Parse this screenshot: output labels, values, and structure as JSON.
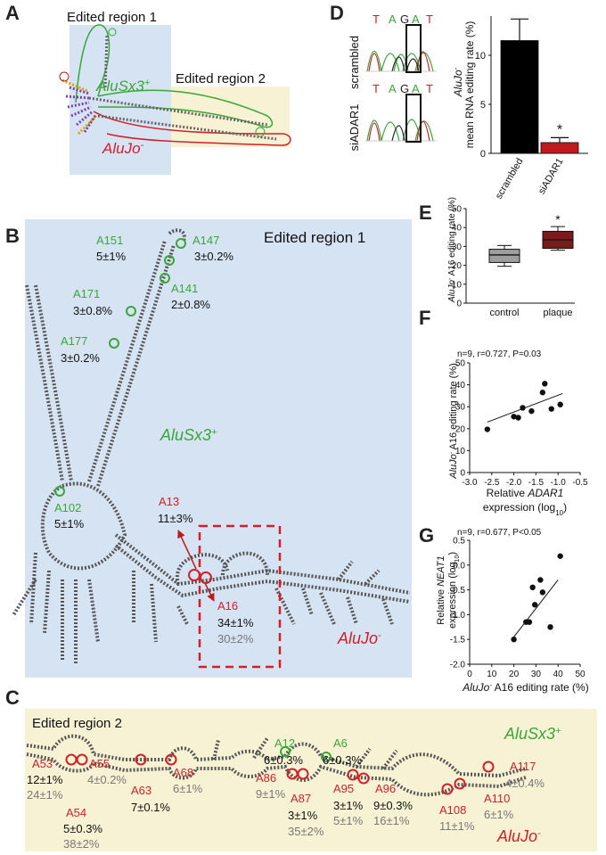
{
  "figure": {
    "panels": {
      "A": "A",
      "B": "B",
      "C": "C",
      "D": "D",
      "E": "E",
      "F": "F",
      "G": "G"
    }
  },
  "panel_a": {
    "region1": "Edited region 1",
    "region2": "Edited region 2",
    "alusx3": "AluSx3",
    "alusx3_sup": "+",
    "alujo": "AluJo",
    "alujo_sup": "-"
  },
  "panel_b": {
    "title": "Edited region 1",
    "alusx3": "AluSx3",
    "alusx3_sup": "+",
    "alujo": "AluJo",
    "alujo_sup": "-",
    "sites_green": [
      {
        "name": "A151",
        "value": "5±1%"
      },
      {
        "name": "A147",
        "value": "3±0.2%"
      },
      {
        "name": "A141",
        "value": "2±0.8%"
      },
      {
        "name": "A171",
        "value": "3±0.8%"
      },
      {
        "name": "A177",
        "value": "3±0.2%"
      },
      {
        "name": "A102",
        "value": "5±1%"
      }
    ],
    "sites_red": [
      {
        "name": "A13",
        "value": "11±3%"
      },
      {
        "name": "A16",
        "value": "34±1%",
        "value2": "30±2%"
      }
    ]
  },
  "panel_c": {
    "title": "Edited region 2",
    "alusx3": "AluSx3",
    "alusx3_sup": "+",
    "alujo": "AluJo",
    "alujo_sup": "-",
    "sites_green": [
      {
        "name": "A12",
        "value": "6±0.3%"
      },
      {
        "name": "A6",
        "value": "6±0.3%"
      }
    ],
    "sites_red": [
      {
        "name": "A53",
        "value": "12±1%",
        "value2": "24±1%"
      },
      {
        "name": "A55",
        "value2": "4±0.2%"
      },
      {
        "name": "A54",
        "value": "5±0.3%",
        "value2": "38±2%"
      },
      {
        "name": "A63",
        "value": "7±0.1%"
      },
      {
        "name": "A68",
        "value2": "6±1%"
      },
      {
        "name": "A86",
        "value2": "9±1%"
      },
      {
        "name": "A87",
        "value": "3±1%",
        "value2": "35±2%"
      },
      {
        "name": "A95",
        "value": "3±1%",
        "value2": "5±1%"
      },
      {
        "name": "A96",
        "value": "9±0.3%",
        "value2": "16±1%"
      },
      {
        "name": "A108",
        "value2": "11±1%"
      },
      {
        "name": "A110",
        "value2": "6±1%"
      },
      {
        "name": "A117",
        "value2": "4±0.4%"
      }
    ]
  },
  "panel_d": {
    "row1": "scrambled",
    "row2": "siADAR1",
    "letters": [
      "T",
      "A",
      "G",
      "A",
      "T"
    ],
    "ylabel_italic": "AluJo",
    "ylabel_sup": "-",
    "ylabel_rest": "mean RNA editing rate (%)",
    "significance": "*"
  },
  "panel_e": {
    "ylabel_italic": "AluJo",
    "ylabel_sup": "-",
    "ylabel_rest": " A16 editing rate (%)",
    "significance": "*"
  },
  "panel_f": {
    "stats": "n=9, r=0.727, P=0.03",
    "ylabel_italic": "AluJo",
    "ylabel_sup": "-",
    "ylabel_rest": " A16 editing rate (%)",
    "xlabel_l1_pre": "Relative ",
    "xlabel_l1_italic": "ADAR1",
    "xlabel_l2": "expression (log",
    "xlabel_l2_sub": "10",
    "xlabel_l2_end": ")"
  },
  "panel_g": {
    "stats": "n=9, r=0.677, P<0.05",
    "ylabel_l1_pre": "Relative ",
    "ylabel_l1_italic": "NEAT1",
    "ylabel_l2": "expression (log",
    "ylabel_l2_sub": "10",
    "ylabel_l2_end": ")",
    "xlabel_italic": "AluJo",
    "xlabel_sup": "-",
    "xlabel_rest": " A16 editing rate (%)"
  },
  "chart_data": [
    {
      "type": "bar",
      "panel": "D",
      "categories": [
        "scrambled",
        "siADAR1"
      ],
      "values": [
        11.5,
        1.1
      ],
      "errors": [
        2.2,
        0.5
      ],
      "colors": [
        "#000000",
        "#c0191d"
      ],
      "ylim": [
        0,
        14
      ],
      "yticks": [
        0,
        5,
        10
      ],
      "xlabel": "",
      "ylabel": "AluJo- mean RNA editing rate (%)"
    },
    {
      "type": "box",
      "panel": "E",
      "categories": [
        "control",
        "plaque"
      ],
      "series": [
        {
          "name": "control",
          "min": 19.5,
          "q1": 21.5,
          "median": 25.5,
          "q3": 28.5,
          "max": 30.5,
          "color": "#9e9e9e"
        },
        {
          "name": "plaque",
          "min": 28,
          "q1": 29,
          "median": 33.5,
          "q3": 38,
          "max": 40.5,
          "color": "#7a1a1a"
        }
      ],
      "ylim": [
        0,
        50
      ],
      "yticks": [
        0,
        10,
        20,
        30,
        40,
        50
      ],
      "xlabel": "",
      "ylabel": "AluJo- A16 editing rate (%)"
    },
    {
      "type": "scatter",
      "panel": "F",
      "title": "n=9, r=0.727, P=0.03",
      "points": [
        [
          -2.6,
          19.7
        ],
        [
          -2.0,
          25.5
        ],
        [
          -1.9,
          25
        ],
        [
          -1.8,
          29.5
        ],
        [
          -1.6,
          28
        ],
        [
          -1.35,
          36.5
        ],
        [
          -1.3,
          40.5
        ],
        [
          -1.15,
          29
        ],
        [
          -0.95,
          31
        ]
      ],
      "fit": [
        [
          -2.6,
          23
        ],
        [
          -0.9,
          36
        ]
      ],
      "xlim": [
        -3.0,
        -0.5
      ],
      "ylim": [
        0,
        50
      ],
      "xticks": [
        -3.0,
        -2.5,
        -2.0,
        -1.5,
        -1.0,
        -0.5
      ],
      "yticks": [
        0,
        10,
        20,
        30,
        40,
        50
      ],
      "xlabel": "Relative ADAR1 expression (log10)",
      "ylabel": "AluJo- A16 editing rate (%)"
    },
    {
      "type": "scatter",
      "panel": "G",
      "title": "n=9, r=0.677, P<0.05",
      "points": [
        [
          20,
          -1.5
        ],
        [
          25.5,
          -1.15
        ],
        [
          27,
          -1.15
        ],
        [
          28.5,
          -0.45
        ],
        [
          29.5,
          -0.8
        ],
        [
          32,
          -0.3
        ],
        [
          33,
          -0.55
        ],
        [
          36.5,
          -1.25
        ],
        [
          41,
          0.18
        ]
      ],
      "fit": [
        [
          20,
          -1.45
        ],
        [
          40,
          -0.3
        ]
      ],
      "xlim": [
        0,
        50
      ],
      "ylim": [
        -2.0,
        0.5
      ],
      "xticks": [
        0,
        10,
        20,
        30,
        40,
        50
      ],
      "yticks": [
        -2.0,
        -1.5,
        -1.0,
        -0.5,
        0.0,
        0.5
      ],
      "xlabel": "AluJo- A16 editing rate (%)",
      "ylabel": "Relative NEAT1 expression (log10)"
    }
  ],
  "colors": {
    "green": "#3aa63a",
    "red": "#d0202a",
    "blue_bg": "#d6e3f3",
    "yellow_bg": "#f8f2d4"
  }
}
